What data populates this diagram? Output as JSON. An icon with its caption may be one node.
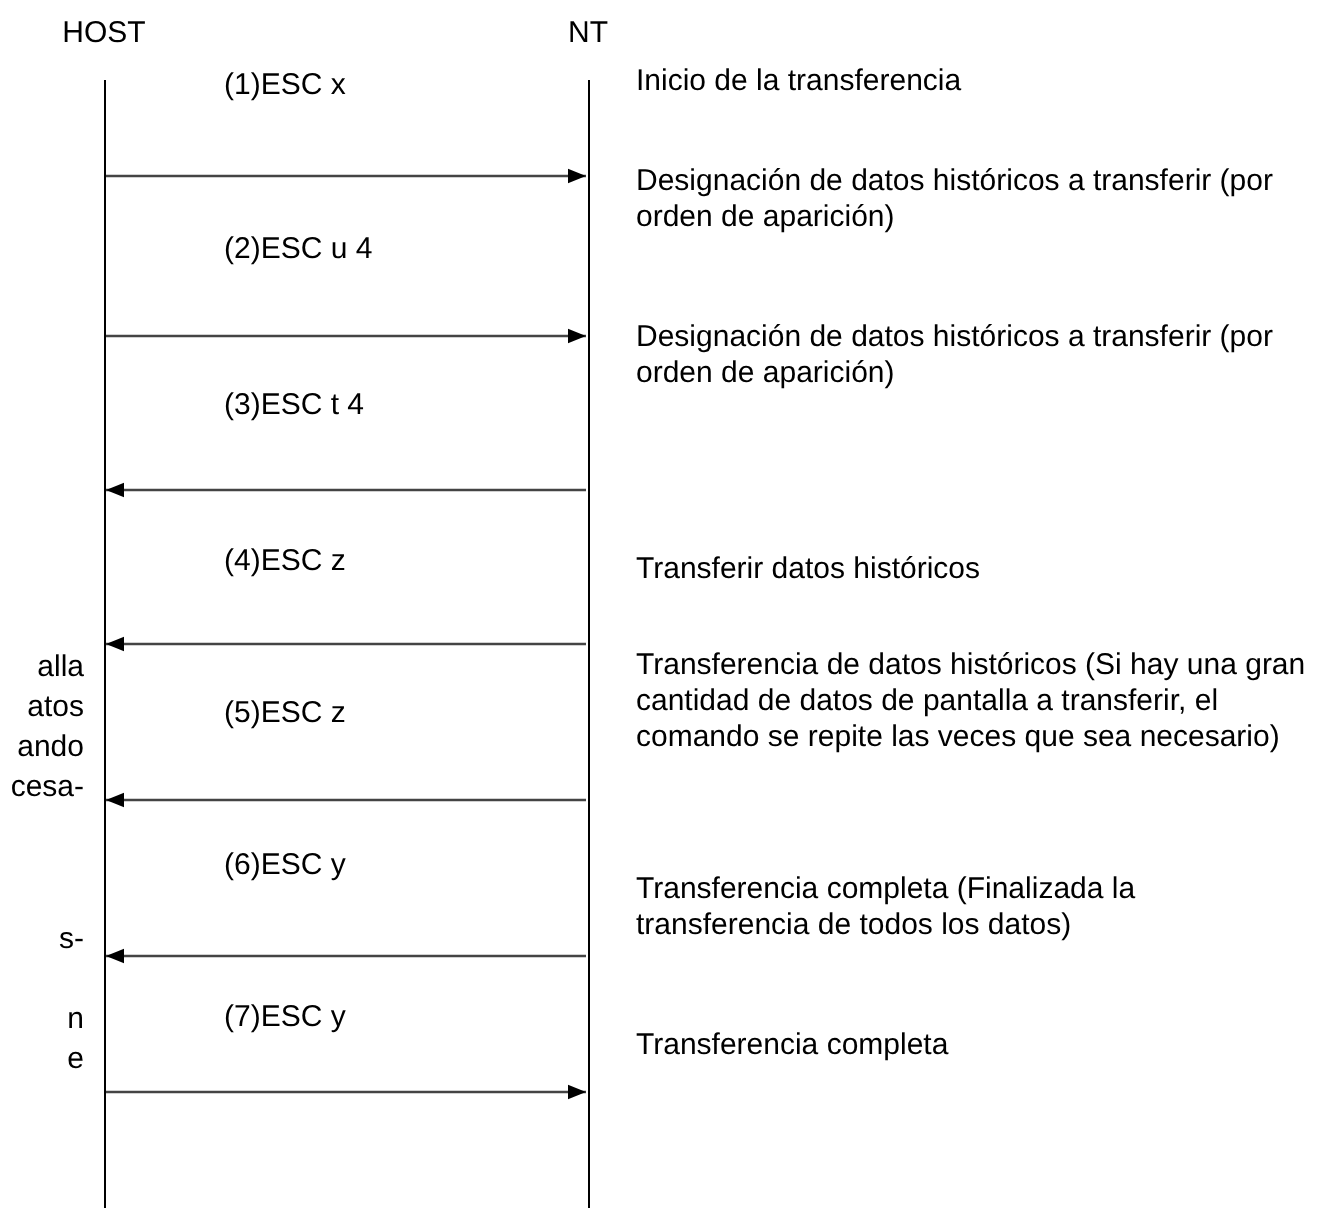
{
  "diagram": {
    "nodes": [
      {
        "text": [
          "HOST"
        ]
      },
      {
        "text": [
          "NT"
        ]
      }
    ],
    "edges": [
      {
        "from": 0,
        "to": 1,
        "arrow": "to",
        "label": "(1)ESC x"
      },
      {
        "from": 0,
        "to": 1,
        "arrow": "to",
        "label": "(2)ESC u 4"
      },
      {
        "from": 1,
        "to": 0,
        "arrow": "to",
        "label": "(3)ESC t 4"
      },
      {
        "from": 1,
        "to": 0,
        "arrow": "to",
        "label": "(4)ESC z"
      },
      {
        "from": 1,
        "to": 0,
        "arrow": "to",
        "label": "(5)ESC z"
      },
      {
        "from": 1,
        "to": 0,
        "arrow": "to",
        "label": "(6)ESC y"
      },
      {
        "from": 0,
        "to": 1,
        "arrow": "to",
        "label": "(7)ESC y"
      }
    ],
    "labels": [
      "Inicio de la transferencia",
      "Designación de datos históricos a transferir (por orden de aparición)",
      "Designación de datos históricos a transferir (por orden de aparición)",
      "Transferir datos históricos",
      "Transferencia de datos históricos (Si hay una gran cantidad de datos de pantalla a transferir, el comando se repite las veces que sea necesario)",
      "Transferencia completa (Finalizada la transferencia de todos los datos)",
      "Transferencia completa",
      "alla",
      "atos",
      "ando",
      "cesa-",
      "s-",
      "n",
      "e"
    ]
  }
}
